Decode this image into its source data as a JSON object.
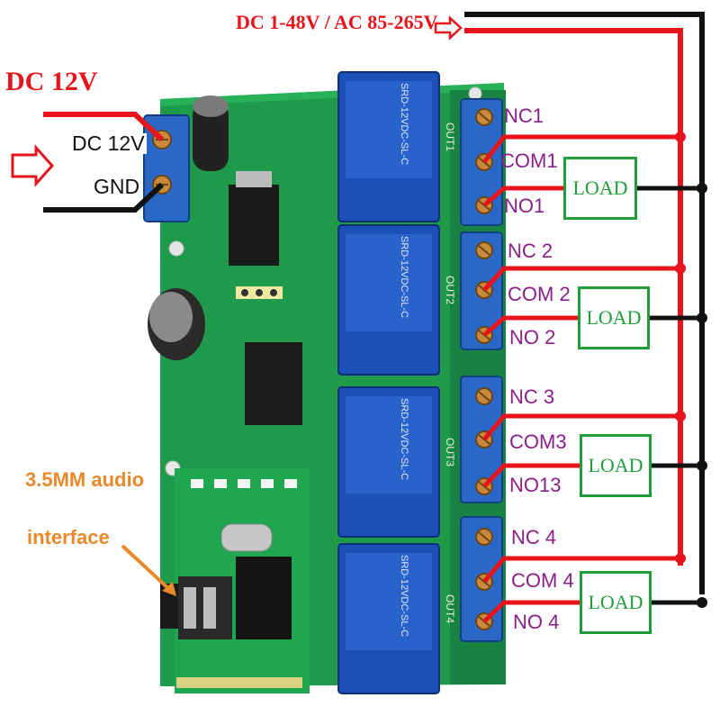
{
  "title": {
    "input": "DC 12V",
    "supply": "DC 1-48V / AC 85-265V"
  },
  "power_terminal": {
    "plus": "DC 12V",
    "gnd": "GND"
  },
  "outputs": [
    {
      "nc": "NC1",
      "com": "COM1",
      "no": "NO1",
      "load": "LOAD",
      "relay_text": "SRD-12VDC-SL-C",
      "out_label": "OUT1"
    },
    {
      "nc": "NC 2",
      "com": "COM 2",
      "no": "NO 2",
      "load": "LOAD",
      "relay_text": "SRD-12VDC-SL-C",
      "out_label": "OUT2"
    },
    {
      "nc": "NC 3",
      "com": "COM3",
      "no": "NO13",
      "load": "LOAD",
      "relay_text": "SRD-12VDC-SL-C",
      "out_label": "OUT3"
    },
    {
      "nc": "NC 4",
      "com": "COM 4",
      "no": "NO 4",
      "load": "LOAD",
      "relay_text": "SRD-12VDC-SL-C",
      "out_label": "OUT4"
    }
  ],
  "audio": {
    "line1": "3.5MM audio",
    "line2": "interface"
  },
  "colors": {
    "board": "#1e9a4a",
    "relay": "#1d4fb8",
    "terminal": "#2a68c8",
    "red_wire": "#e8141b",
    "black_wire": "#111111",
    "load": "#1f9e3a",
    "label": "#8a1f8a",
    "audio_label": "#e9892a"
  }
}
